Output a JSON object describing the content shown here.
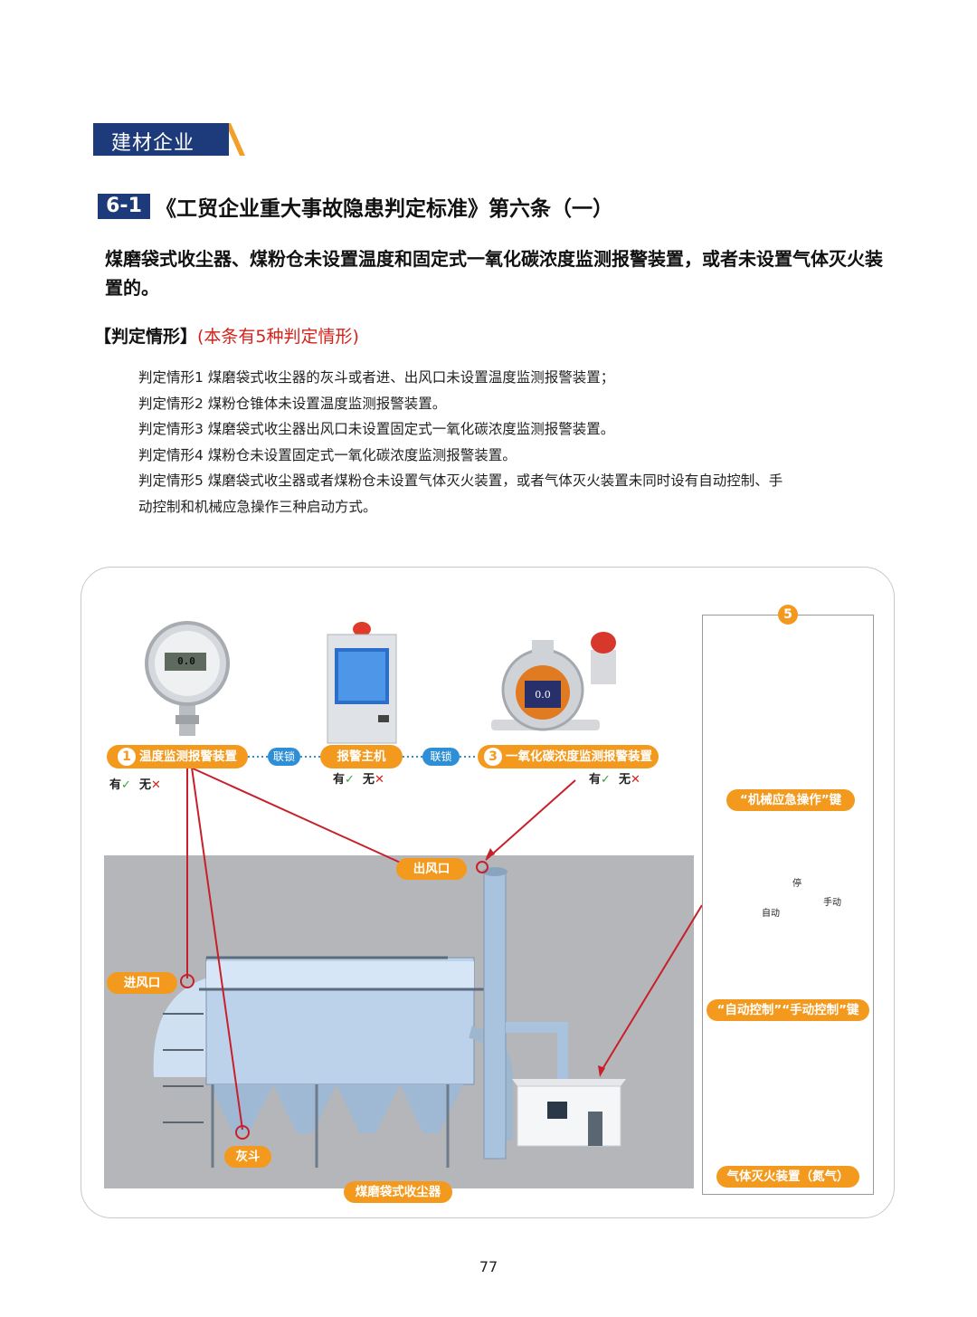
{
  "section_tag": "建材企业",
  "heading": {
    "number": "6-1",
    "title": "《工贸企业重大事故隐患判定标准》第六条（一）"
  },
  "description": "煤磨袋式收尘器、煤粉仓未设置温度和固定式一氧化碳浓度监测报警装置，或者未设置气体灭火装置的。",
  "judge": {
    "label": "【判定情形】",
    "note": "(本条有5种判定情形)",
    "cases": [
      "判定情形1  煤磨袋式收尘器的灰斗或者进、出风口未设置温度监测报警装置；",
      "判定情形2  煤粉仓锥体未设置温度监测报警装置。",
      "判定情形3  煤磨袋式收尘器出风口未设置固定式一氧化碳浓度监测报警装置。",
      "判定情形4  煤粉仓未设置固定式一氧化碳浓度监测报警装置。",
      "判定情形5  煤磨袋式收尘器或者煤粉仓未设置气体灭火装置，或者气体灭火装置未同时设有自动控制、手",
      "动控制和机械应急操作三种启动方式。"
    ]
  },
  "figure": {
    "devices": {
      "temp_num": "1",
      "temp_label": "温度监测报警装置",
      "link1": "联锁",
      "alarm_host": "报警主机",
      "link2": "联锁",
      "co_num": "3",
      "co_label": "一氧化碳浓度监测报警装置",
      "gauge_reading": "0.0",
      "co_reading": "0.0"
    },
    "yes_label": "有",
    "no_label": "无",
    "yes_mark": "✓",
    "no_mark": "✕",
    "callouts": {
      "outlet": "出风口",
      "inlet": "进风口",
      "hopper": "灰斗",
      "collector": "煤磨袋式收尘器"
    },
    "side": {
      "num": "5",
      "emergency_key": "“机械应急操作”键",
      "auto_manual_key": "“自动控制”“手动控制”键",
      "gas_device": "气体灭火装置（氮气）",
      "switch_stop": "停",
      "switch_auto": "自动",
      "switch_manual": "手动"
    },
    "colors": {
      "orange": "#f39a1e",
      "blue_link": "#2f8fd6",
      "navy": "#1d3a7a",
      "red_line": "#c8202a"
    }
  },
  "page_number": "77"
}
